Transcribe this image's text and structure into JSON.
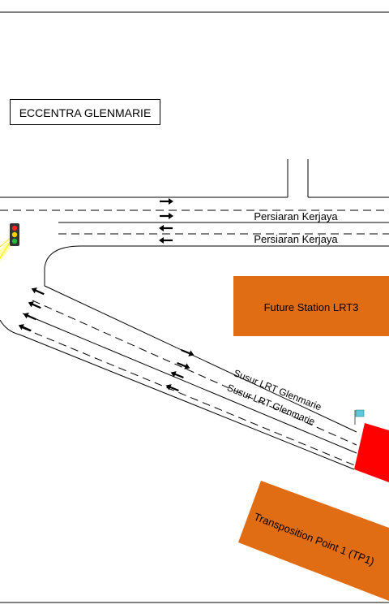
{
  "map": {
    "labels": {
      "building": "ECCENTRA GLENMARIE",
      "road_upper": "Persiaran Kerjaya",
      "road_lower": "Persiaran Kerjaya",
      "ramp_upper": "Susur LRT Glenmarie",
      "ramp_lower": "Susur LRT Glenmarie",
      "station": "Future Station LRT3",
      "point": "Transposition Point 1 (TP1)"
    },
    "colors": {
      "station_fill": "#e06c13",
      "point_fill": "#e06c13",
      "red_block": "#ff0000",
      "flag": "#5ec8d8",
      "road_line": "#000000"
    },
    "icons": [
      "traffic-light-icon",
      "flag-icon",
      "arrow-left-icon",
      "arrow-right-icon"
    ]
  }
}
